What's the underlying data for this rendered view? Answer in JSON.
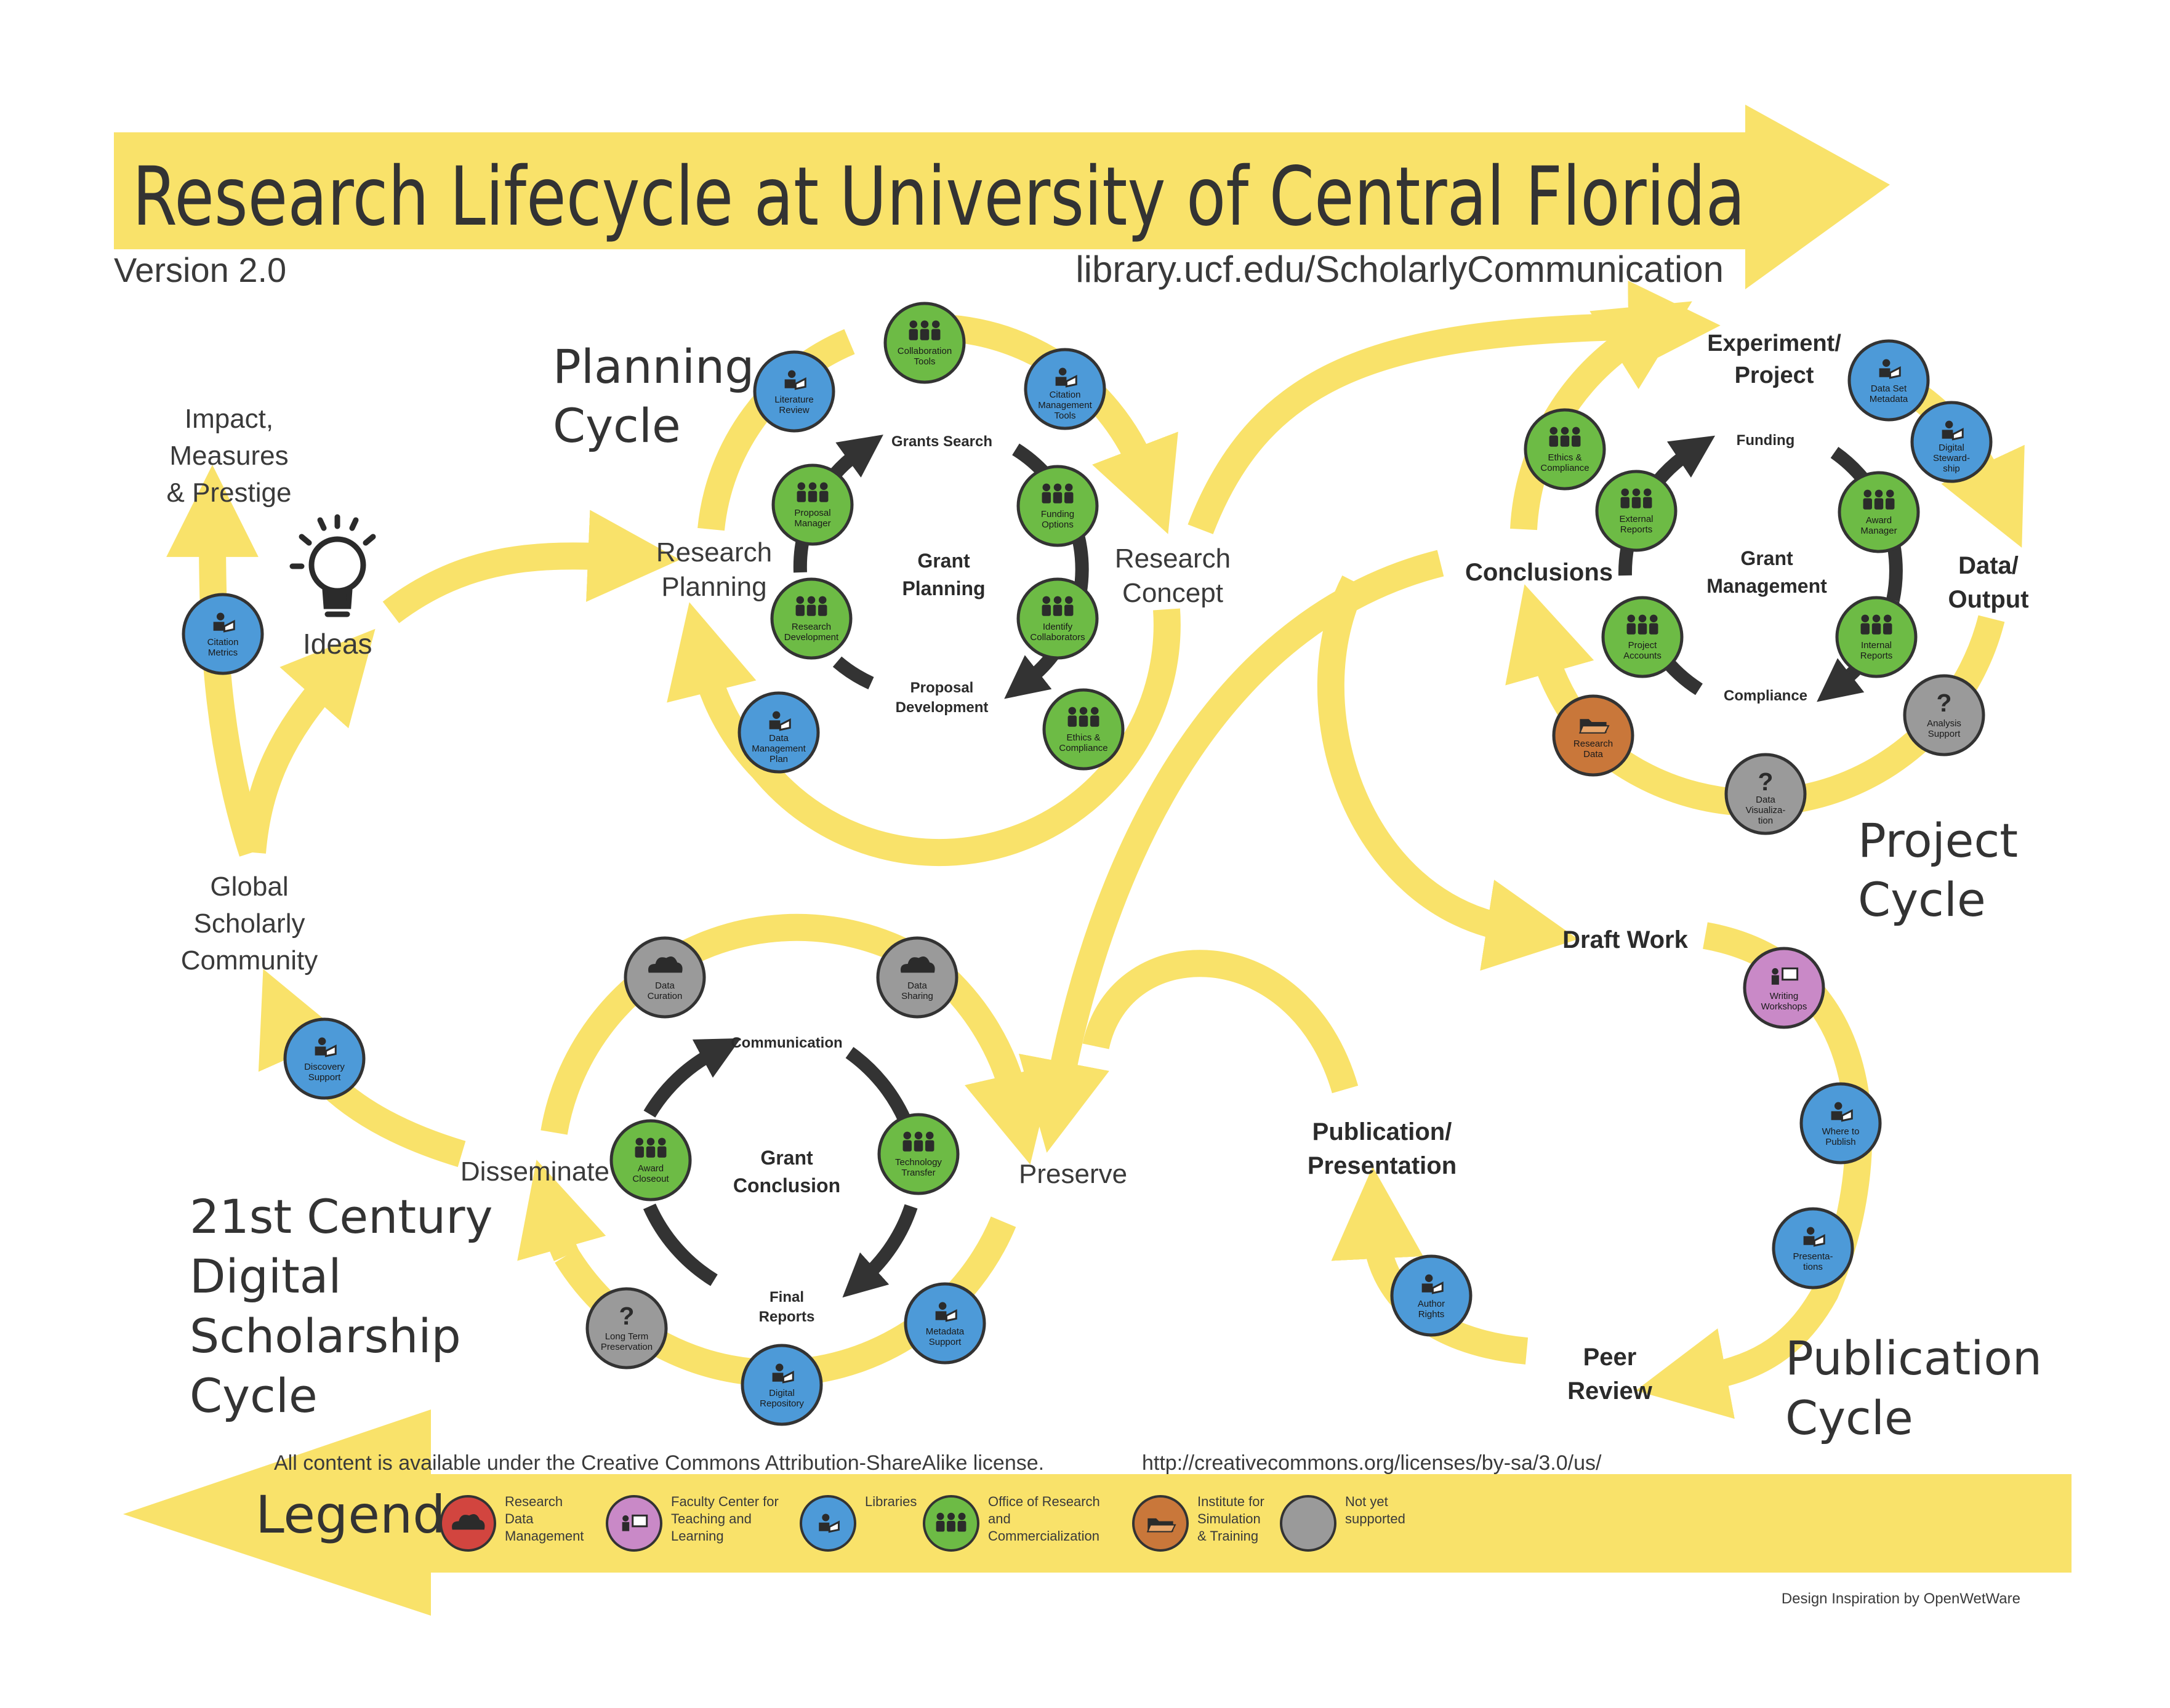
{
  "header": {
    "title": "Research Lifecycle at University of Central Florida",
    "version": "Version 2.0",
    "url": "library.ucf.edu/ScholarlyCommunication"
  },
  "colors": {
    "yellow": "#f9e26a",
    "dark": "#333333",
    "libraries_blue": "#4d9ad8",
    "office_green": "#6dbb45",
    "not_supported_gray": "#9a9a9a",
    "simulation_orange": "#c9773a",
    "faculty_purple": "#c989c7",
    "research_data_red": "#d2453f"
  },
  "stages": {
    "ideas": "Ideas",
    "impact": [
      "Impact,",
      "Measures",
      "& Prestige"
    ],
    "global": [
      "Global",
      "Scholarly",
      "Community"
    ],
    "research_planning": [
      "Research",
      "Planning"
    ],
    "research_concept": [
      "Research",
      "Concept"
    ],
    "experiment": [
      "Experiment/",
      "Project"
    ],
    "data_output": [
      "Data/",
      "Output"
    ],
    "conclusions": "Conclusions",
    "draft_work": "Draft Work",
    "peer_review": [
      "Peer",
      "Review"
    ],
    "publication": [
      "Publication/",
      "Presentation"
    ],
    "preserve": "Preserve",
    "disseminate": "Disseminate"
  },
  "cycles": {
    "planning": [
      "Planning",
      "Cycle"
    ],
    "project": [
      "Project",
      "Cycle"
    ],
    "publication": [
      "Publication",
      "Cycle"
    ],
    "digital": [
      "21st Century",
      "Digital",
      "Scholarship",
      "Cycle"
    ]
  },
  "inner": {
    "grant_planning": [
      "Grant",
      "Planning"
    ],
    "grants_search": "Grants Search",
    "proposal_development": [
      "Proposal",
      "Development"
    ],
    "grant_management": [
      "Grant",
      "Management"
    ],
    "funding": "Funding",
    "compliance": "Compliance",
    "grant_conclusion": [
      "Grant",
      "Conclusion"
    ],
    "communication": "Communication",
    "final_reports": [
      "Final",
      "Reports"
    ]
  },
  "nodes": [
    {
      "key": "literature_review",
      "type": "libraries",
      "icon": "reader-icon",
      "label": [
        "Literature",
        "Review"
      ]
    },
    {
      "key": "collaboration_tools",
      "type": "office",
      "icon": "people-icon",
      "label": [
        "Collaboration",
        "Tools"
      ]
    },
    {
      "key": "citation_mgmt_tools",
      "type": "libraries",
      "icon": "reader-icon",
      "label": [
        "Citation",
        "Management",
        "Tools"
      ]
    },
    {
      "key": "proposal_manager",
      "type": "office",
      "icon": "people-icon",
      "label": [
        "Proposal",
        "Manager"
      ]
    },
    {
      "key": "funding_options",
      "type": "office",
      "icon": "people-icon",
      "label": [
        "Funding",
        "Options"
      ]
    },
    {
      "key": "research_development",
      "type": "office",
      "icon": "people-icon",
      "label": [
        "Research",
        "Development"
      ]
    },
    {
      "key": "identify_collaborators",
      "type": "office",
      "icon": "people-icon",
      "label": [
        "Identify",
        "Collaborators"
      ]
    },
    {
      "key": "data_mgmt_plan",
      "type": "libraries",
      "icon": "reader-icon",
      "label": [
        "Data",
        "Management",
        "Plan"
      ]
    },
    {
      "key": "ethics_compliance_1",
      "type": "office",
      "icon": "people-icon",
      "label": [
        "Ethics &",
        "Compliance"
      ]
    },
    {
      "key": "citation_metrics",
      "type": "libraries",
      "icon": "reader-icon",
      "label": [
        "Citation",
        "Metrics"
      ]
    },
    {
      "key": "ethics_compliance_2",
      "type": "office",
      "icon": "people-icon",
      "label": [
        "Ethics &",
        "Compliance"
      ]
    },
    {
      "key": "data_set_metadata",
      "type": "libraries",
      "icon": "reader-icon",
      "label": [
        "Data Set",
        "Metadata"
      ]
    },
    {
      "key": "digital_stewardship",
      "type": "libraries",
      "icon": "reader-icon",
      "label": [
        "Digital",
        "Steward-",
        "ship"
      ]
    },
    {
      "key": "external_reports",
      "type": "office",
      "icon": "people-icon",
      "label": [
        "External",
        "Reports"
      ]
    },
    {
      "key": "award_manager",
      "type": "office",
      "icon": "people-icon",
      "label": [
        "Award",
        "Manager"
      ]
    },
    {
      "key": "project_accounts",
      "type": "office",
      "icon": "people-icon",
      "label": [
        "Project",
        "Accounts"
      ]
    },
    {
      "key": "internal_reports",
      "type": "office",
      "icon": "people-icon",
      "label": [
        "Internal",
        "Reports"
      ]
    },
    {
      "key": "research_data",
      "type": "simulation",
      "icon": "folder-icon",
      "label": [
        "Research",
        "Data"
      ]
    },
    {
      "key": "analysis_support",
      "type": "not_supported",
      "icon": "question-icon",
      "label": [
        "Analysis",
        "Support"
      ]
    },
    {
      "key": "data_visualization",
      "type": "not_supported",
      "icon": "question-icon",
      "label": [
        "Data",
        "Visualiza-",
        "tion"
      ]
    },
    {
      "key": "writing_workshops",
      "type": "faculty",
      "icon": "presenter-icon",
      "label": [
        "Writing",
        "Workshops"
      ]
    },
    {
      "key": "where_to_publish",
      "type": "libraries",
      "icon": "reader-icon",
      "label": [
        "Where to",
        "Publish"
      ]
    },
    {
      "key": "presentations",
      "type": "libraries",
      "icon": "reader-icon",
      "label": [
        "Presenta-",
        "tions"
      ]
    },
    {
      "key": "author_rights",
      "type": "libraries",
      "icon": "reader-icon",
      "label": [
        "Author",
        "Rights"
      ]
    },
    {
      "key": "data_curation",
      "type": "not_supported",
      "icon": "cloud-icon",
      "label": [
        "Data",
        "Curation"
      ]
    },
    {
      "key": "data_sharing",
      "type": "not_supported",
      "icon": "cloud-icon",
      "label": [
        "Data",
        "Sharing"
      ]
    },
    {
      "key": "award_closeout",
      "type": "office",
      "icon": "people-icon",
      "label": [
        "Award",
        "Closeout"
      ]
    },
    {
      "key": "technology_transfer",
      "type": "office",
      "icon": "people-icon",
      "label": [
        "Technology",
        "Transfer"
      ]
    },
    {
      "key": "discovery_support",
      "type": "libraries",
      "icon": "reader-icon",
      "label": [
        "Discovery",
        "Support"
      ]
    },
    {
      "key": "long_term_preservation",
      "type": "not_supported",
      "icon": "question-icon",
      "label": [
        "Long Term",
        "Preservation"
      ]
    },
    {
      "key": "metadata_support",
      "type": "libraries",
      "icon": "reader-icon",
      "label": [
        "Metadata",
        "Support"
      ]
    },
    {
      "key": "digital_repository",
      "type": "libraries",
      "icon": "reader-icon",
      "label": [
        "Digital",
        "Repository"
      ]
    }
  ],
  "license": {
    "text": "All content  is available under the Creative Commons Attribution-ShareAlike license.",
    "url": "http://creativecommons.org/licenses/by-sa/3.0/us/"
  },
  "legend": {
    "title": "Legend",
    "items": [
      {
        "type": "research_data",
        "icon": "cloud-icon",
        "label": [
          "Research",
          "Data",
          "Management"
        ]
      },
      {
        "type": "faculty",
        "icon": "presenter-icon",
        "label": [
          "Faculty Center for",
          "Teaching and",
          "Learning"
        ]
      },
      {
        "type": "libraries",
        "icon": "reader-icon",
        "label": [
          "Libraries"
        ]
      },
      {
        "type": "office",
        "icon": "people-icon",
        "label": [
          "Office of Research",
          "and",
          "Commercialization"
        ]
      },
      {
        "type": "simulation",
        "icon": "folder-icon",
        "label": [
          "Institute for",
          "Simulation",
          "& Training"
        ]
      },
      {
        "type": "not_supported",
        "icon": "",
        "label": [
          "Not yet",
          "supported"
        ]
      }
    ]
  },
  "credit": "Design Inspiration by OpenWetWare"
}
